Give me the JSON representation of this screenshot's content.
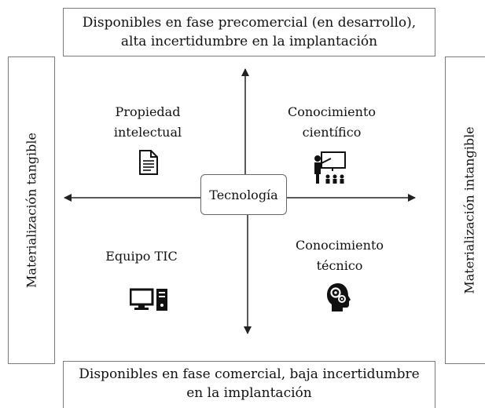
{
  "top_box": {
    "line1": "Disponibles en fase precomercial (en desarrollo),",
    "line2": "alta incertidumbre en la implantación"
  },
  "bottom_box": {
    "line1": "Disponibles en fase comercial, baja incertidumbre",
    "line2": "en la implantación"
  },
  "left_axis": {
    "label": "Materialización tangible"
  },
  "right_axis": {
    "label": "Materialización intangible"
  },
  "center": {
    "label": "Tecnología"
  },
  "quadrants": {
    "top_left": {
      "line1": "Propiedad",
      "line2": "intelectual",
      "icon": "document-icon"
    },
    "top_right": {
      "line1": "Conocimiento",
      "line2": "científico",
      "icon": "presentation-icon"
    },
    "bottom_left": {
      "line1": "Equipo TIC",
      "icon": "computer-icon"
    },
    "bottom_right": {
      "line1": "Conocimiento",
      "line2": "técnico",
      "icon": "head-gears-icon"
    }
  }
}
